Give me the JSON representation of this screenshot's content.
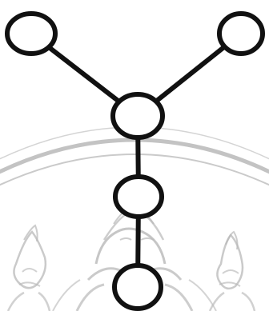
{
  "diagram": {
    "type": "tree",
    "background_color": "#ffffff",
    "line_color": "#111111",
    "node_fill": "#ffffff",
    "watermark": {
      "icon": "seal-emblem-icon",
      "color": "#b8b8b8"
    },
    "nodes": [
      {
        "id": "leaf-left"
      },
      {
        "id": "leaf-right"
      },
      {
        "id": "hub"
      },
      {
        "id": "middle"
      },
      {
        "id": "bottom"
      }
    ],
    "edges": [
      {
        "from": "leaf-left",
        "to": "hub"
      },
      {
        "from": "leaf-right",
        "to": "hub"
      },
      {
        "from": "hub",
        "to": "middle"
      },
      {
        "from": "middle",
        "to": "bottom"
      }
    ]
  }
}
